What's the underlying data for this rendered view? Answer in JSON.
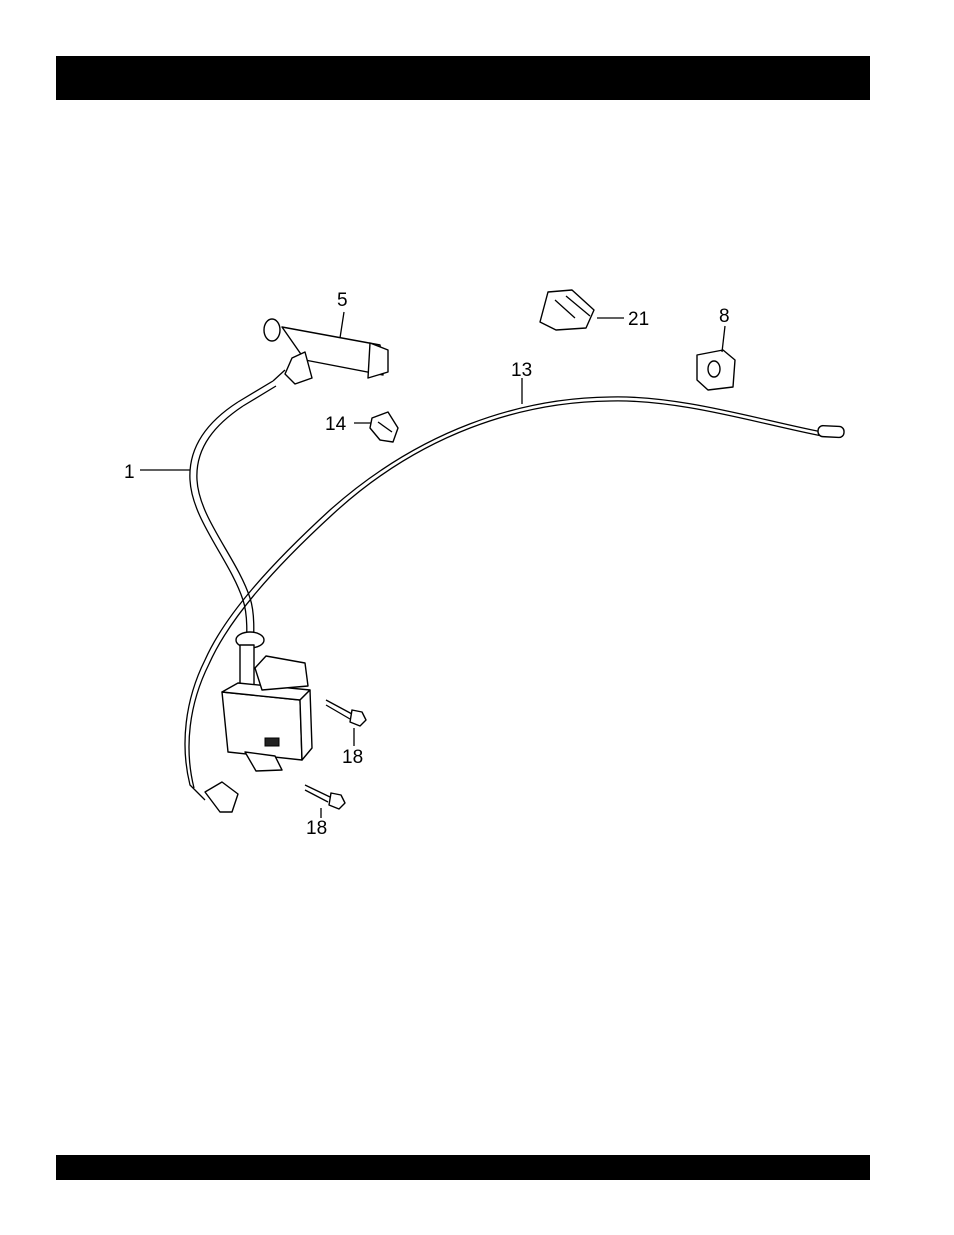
{
  "header_bar": {
    "color": "#000000"
  },
  "footer_bar": {
    "color": "#000000"
  },
  "callouts": {
    "c1": "1",
    "c5": "5",
    "c8": "8",
    "c13": "13",
    "c14": "14",
    "c18a": "18",
    "c18b": "18",
    "c21": "21"
  }
}
